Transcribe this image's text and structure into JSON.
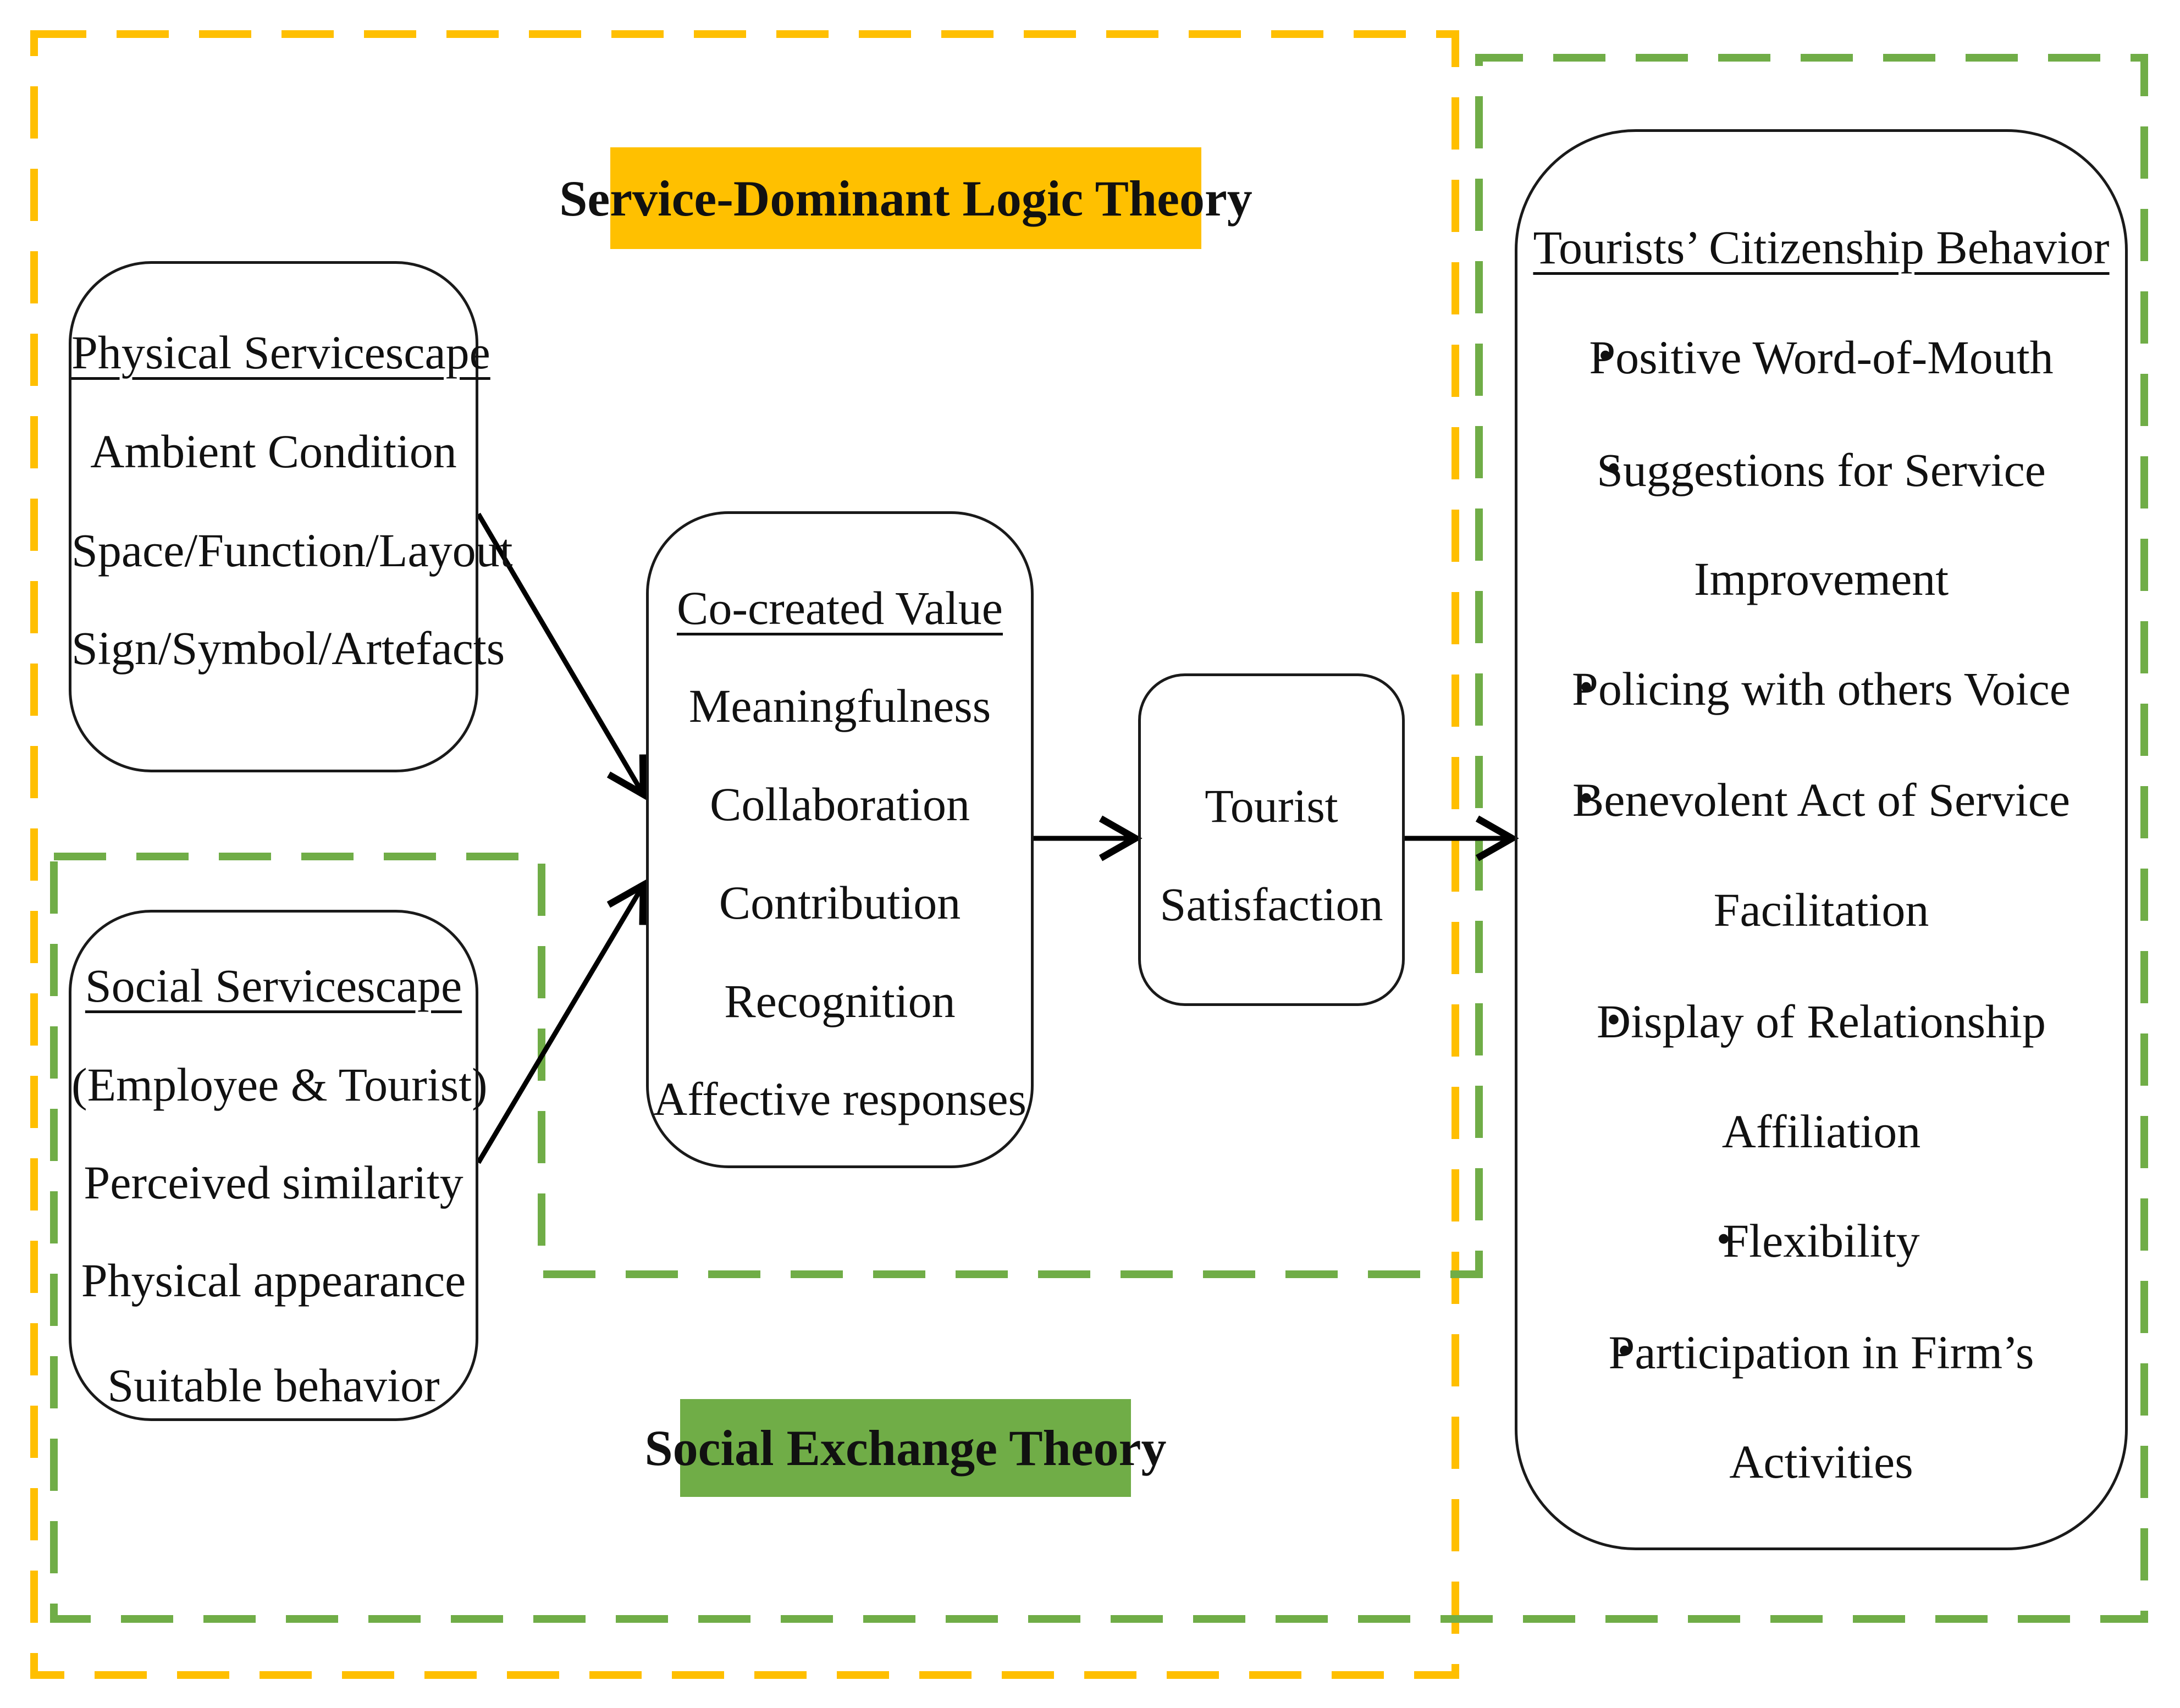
{
  "colors": {
    "sdl_frame": "#FFBF00",
    "set_frame": "#70AD47",
    "sdl_label_bg": "#FFC000",
    "set_label_bg": "#70AD47",
    "box_border": "#1a1a1a",
    "arrow": "#000000"
  },
  "frames": {
    "sdl_label": "Service-Dominant Logic Theory",
    "set_label": "Social Exchange Theory"
  },
  "physical": {
    "title": "Physical Servicescape",
    "items": [
      "Ambient Condition",
      "Space/Function/Layout",
      "Sign/Symbol/Artefacts"
    ]
  },
  "social": {
    "title": "Social Servicescape",
    "items": [
      "(Employee & Tourist)",
      "Perceived similarity",
      "Physical appearance",
      "Suitable behavior"
    ]
  },
  "cocreated": {
    "title": "Co-created Value",
    "items": [
      "Meaningfulness",
      "Collaboration",
      "Contribution",
      "Recognition",
      "Affective responses"
    ]
  },
  "satisfaction": {
    "lines": [
      "Tourist",
      "Satisfaction"
    ]
  },
  "citizenship": {
    "title": "Tourists’ Citizenship Behavior",
    "items": [
      "Positive Word-of-Mouth",
      "Suggestions for Service",
      "Improvement",
      "Policing with others Voice",
      "Benevolent Act of Service",
      "Facilitation",
      "Display of Relationship",
      "Affiliation",
      "Flexibility",
      "Participation in Firm’s",
      "Activities"
    ]
  }
}
